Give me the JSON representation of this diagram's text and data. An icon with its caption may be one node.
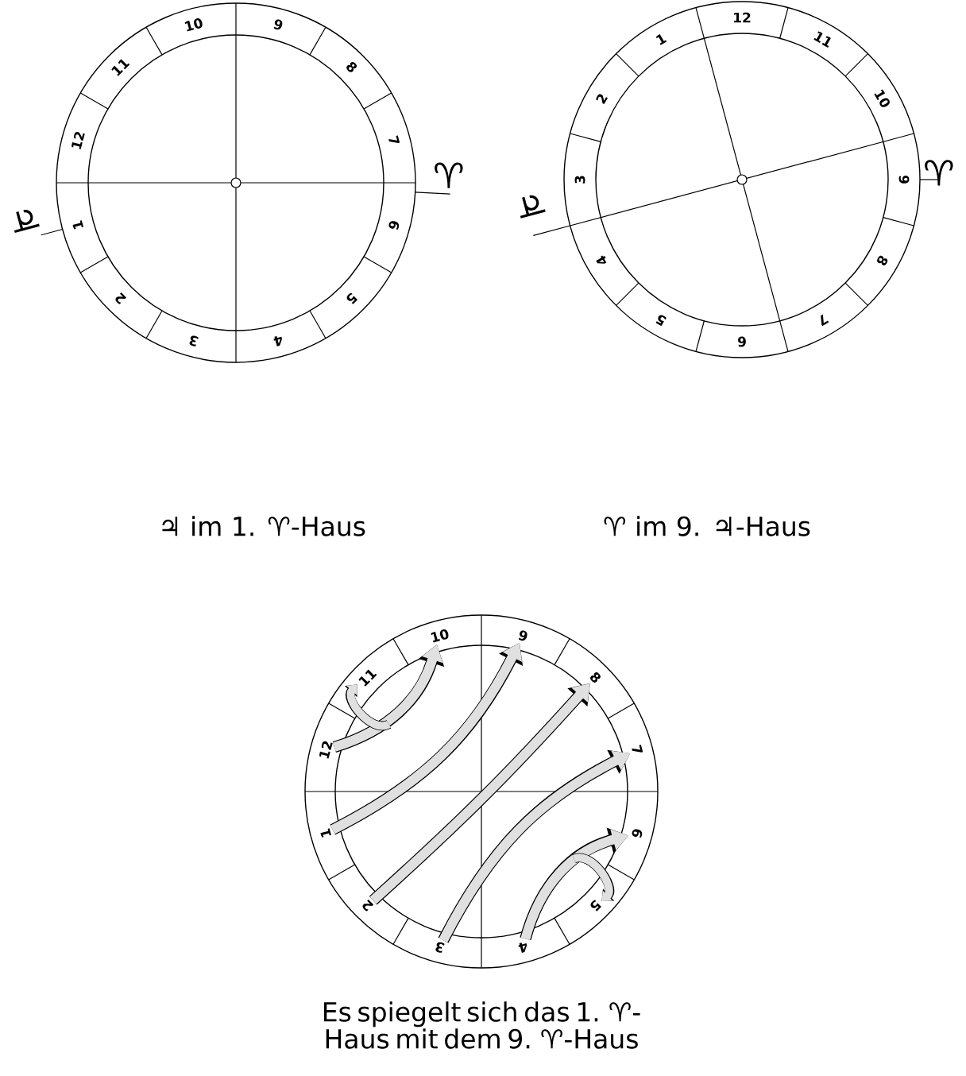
{
  "diagram": {
    "caption": "Es spiegelt sich das 1. ♈-Haus mit dem 9. ♈-Haus",
    "nodes": [
      {
        "text": [
          "1"
        ]
      },
      {
        "text": [
          "2"
        ]
      },
      {
        "text": [
          "3"
        ]
      },
      {
        "text": [
          "4"
        ]
      },
      {
        "text": [
          "5"
        ]
      },
      {
        "text": [
          "6"
        ]
      },
      {
        "text": [
          "7"
        ]
      },
      {
        "text": [
          "8"
        ]
      },
      {
        "text": [
          "9"
        ]
      },
      {
        "text": [
          "10"
        ]
      },
      {
        "text": [
          "11"
        ]
      },
      {
        "text": [
          "12"
        ]
      }
    ],
    "edges": [
      {
        "from": 11,
        "to": 9,
        "arrow": "to"
      },
      {
        "from": 0,
        "to": 8,
        "arrow": "to"
      },
      {
        "from": 1,
        "to": 7,
        "arrow": "to"
      },
      {
        "from": 2,
        "to": 6,
        "arrow": "to"
      },
      {
        "from": 3,
        "to": 5,
        "arrow": "to"
      },
      {
        "from": null,
        "to": 10,
        "arrow": "to"
      },
      {
        "from": null,
        "to": 4,
        "arrow": "to"
      }
    ],
    "labels": [
      "1",
      "2",
      "3",
      "4",
      "5",
      "6",
      "7",
      "8",
      "9",
      "10",
      "11",
      "12",
      "♃",
      "♈",
      "1",
      "2",
      "3",
      "4",
      "5",
      "6",
      "7",
      "8",
      "9",
      "10",
      "11",
      "12",
      "♃",
      "♈",
      "♃ im 1. ♈-Haus",
      "♈ im 9. ♃-Haus"
    ]
  }
}
